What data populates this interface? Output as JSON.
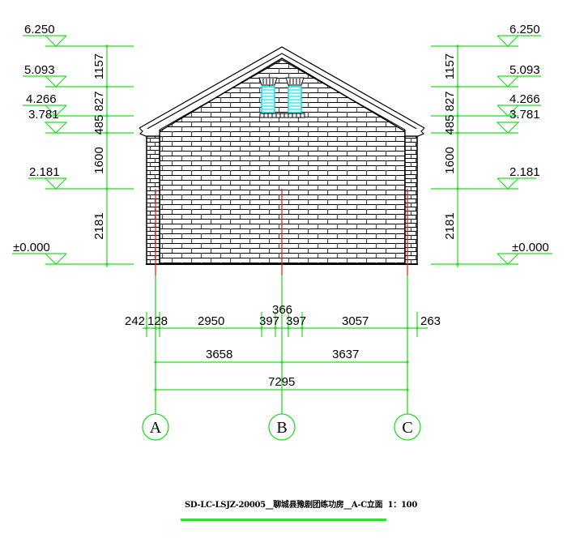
{
  "drawing": {
    "type": "architectural-elevation",
    "title": "SD-LC-LSJZ-20005__聊城县豫剧团练功房__A-C立面",
    "scale": "1：100",
    "colors": {
      "dimension": "#22dd22",
      "wall_outline": "#000000",
      "window": "#00e5ee",
      "axis_centerline": "#ee2222",
      "title_underline": "#33dd33"
    }
  },
  "elevations_left": [
    {
      "label": "6.250"
    },
    {
      "label": "5.093"
    },
    {
      "label": "4.266"
    },
    {
      "label": "3.781"
    },
    {
      "label": "2.181"
    },
    {
      "label": "±0.000"
    }
  ],
  "elevations_right": [
    {
      "label": "6.250"
    },
    {
      "label": "5.093"
    },
    {
      "label": "4.266"
    },
    {
      "label": "3.781"
    },
    {
      "label": "2.181"
    },
    {
      "label": "±0.000"
    }
  ],
  "vertical_dims_left": [
    "1157",
    "827",
    "485",
    "1600",
    "2181"
  ],
  "vertical_dims_right": [
    "1157",
    "827",
    "485",
    "1600",
    "2181"
  ],
  "horizontal_dims": {
    "row1": [
      "242",
      "128",
      "2950",
      "397",
      "366",
      "397",
      "3057",
      "263"
    ],
    "row2": [
      "3658",
      "3637"
    ],
    "row3": [
      "7295"
    ]
  },
  "axes": [
    {
      "label": "A"
    },
    {
      "label": "B"
    },
    {
      "label": "C"
    }
  ]
}
